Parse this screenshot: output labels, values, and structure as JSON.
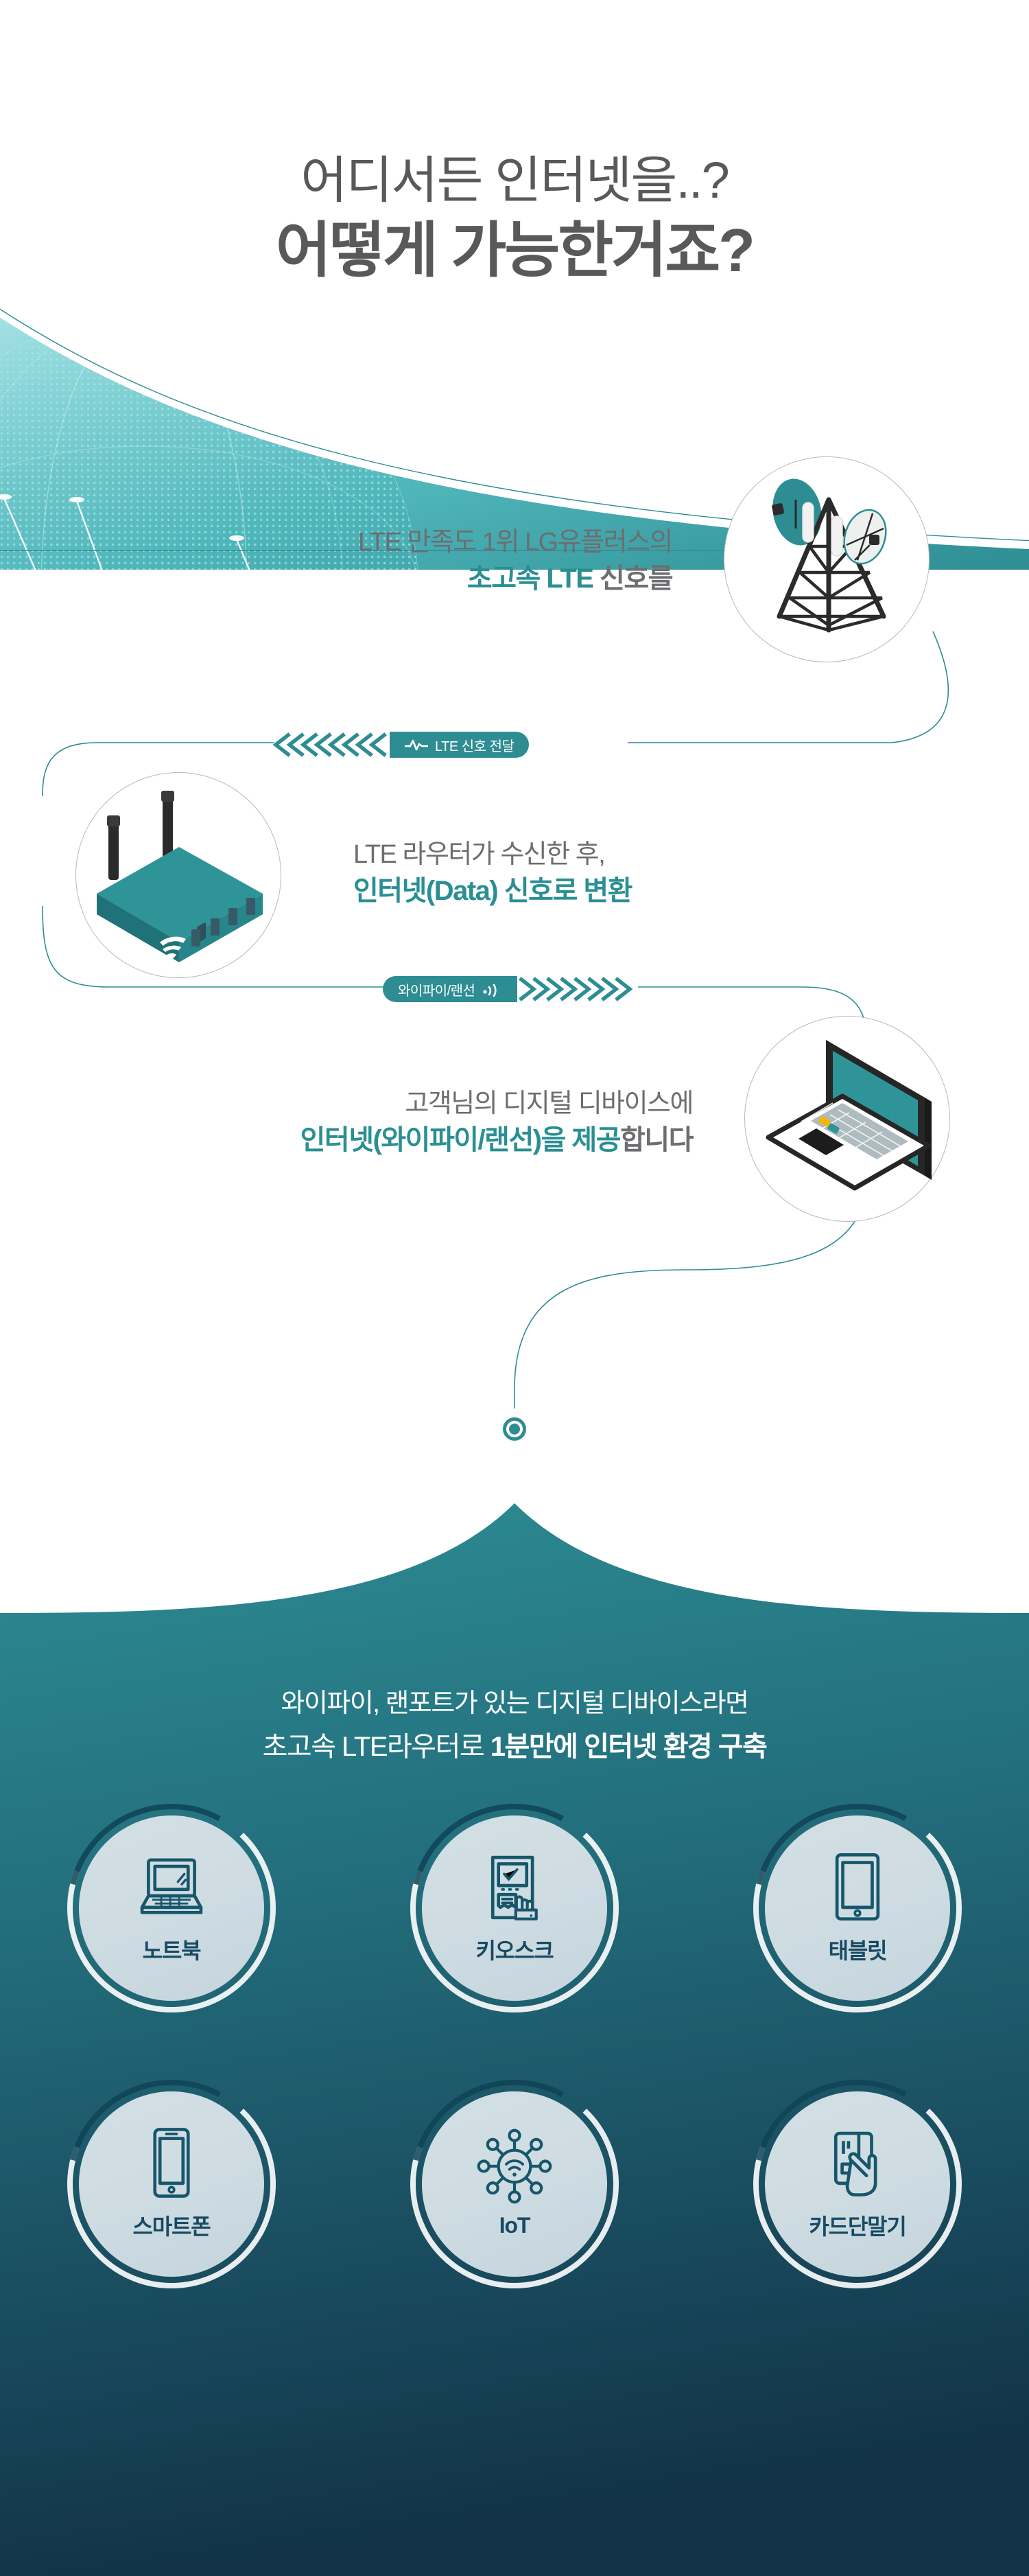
{
  "header": {
    "line1": "어디서든 인터넷을..?",
    "line2": "어떻게 가능한거죠?"
  },
  "steps": [
    {
      "id": "step-lte-signal",
      "illustration": "cell-tower-icon",
      "line_top": "LTE 만족도 1위 LG유플러스의",
      "line_bot_strong": "초고속 LTE",
      "line_bot_rest": " 신호를"
    },
    {
      "id": "step-router-convert",
      "illustration": "lte-router-icon",
      "line_top": "LTE 라우터가 수신한 후,",
      "line_bot_strong": "인터넷(Data) 신호로 변환",
      "line_bot_rest": ""
    },
    {
      "id": "step-device-provide",
      "illustration": "laptop-icon",
      "line_top": "고객님의 디지털 디바이스에",
      "line_bot_strong": "인터넷(와이파이/랜선)을 제공",
      "line_bot_rest": "합니다"
    }
  ],
  "connectors": [
    {
      "id": "connector-lte",
      "label": "LTE 신호 전달",
      "icon": "pulse-wave-icon",
      "direction": "left"
    },
    {
      "id": "connector-wifi",
      "label": "와이파이/랜선",
      "icon": "wifi-signal-icon",
      "direction": "right"
    }
  ],
  "teal_section": {
    "head_line1": "와이파이, 랜포트가 있는 디지털 디바이스라면",
    "head_line2_lite": "초고속 LTE라우터로 ",
    "head_line2_bold": "1분만에 인터넷 환경 구축",
    "devices": [
      {
        "label": "노트북",
        "icon": "laptop-icon"
      },
      {
        "label": "키오스크",
        "icon": "kiosk-icon"
      },
      {
        "label": "태블릿",
        "icon": "tablet-icon"
      },
      {
        "label": "스마트폰",
        "icon": "smartphone-icon"
      },
      {
        "label": "IoT",
        "icon": "iot-network-icon"
      },
      {
        "label": "카드단말기",
        "icon": "card-terminal-icon"
      }
    ]
  },
  "colors": {
    "teal": "#2d8d93",
    "teal_dark": "#17566b",
    "text_gray": "#6d6e71",
    "circle_fill": "#cfdde3"
  }
}
